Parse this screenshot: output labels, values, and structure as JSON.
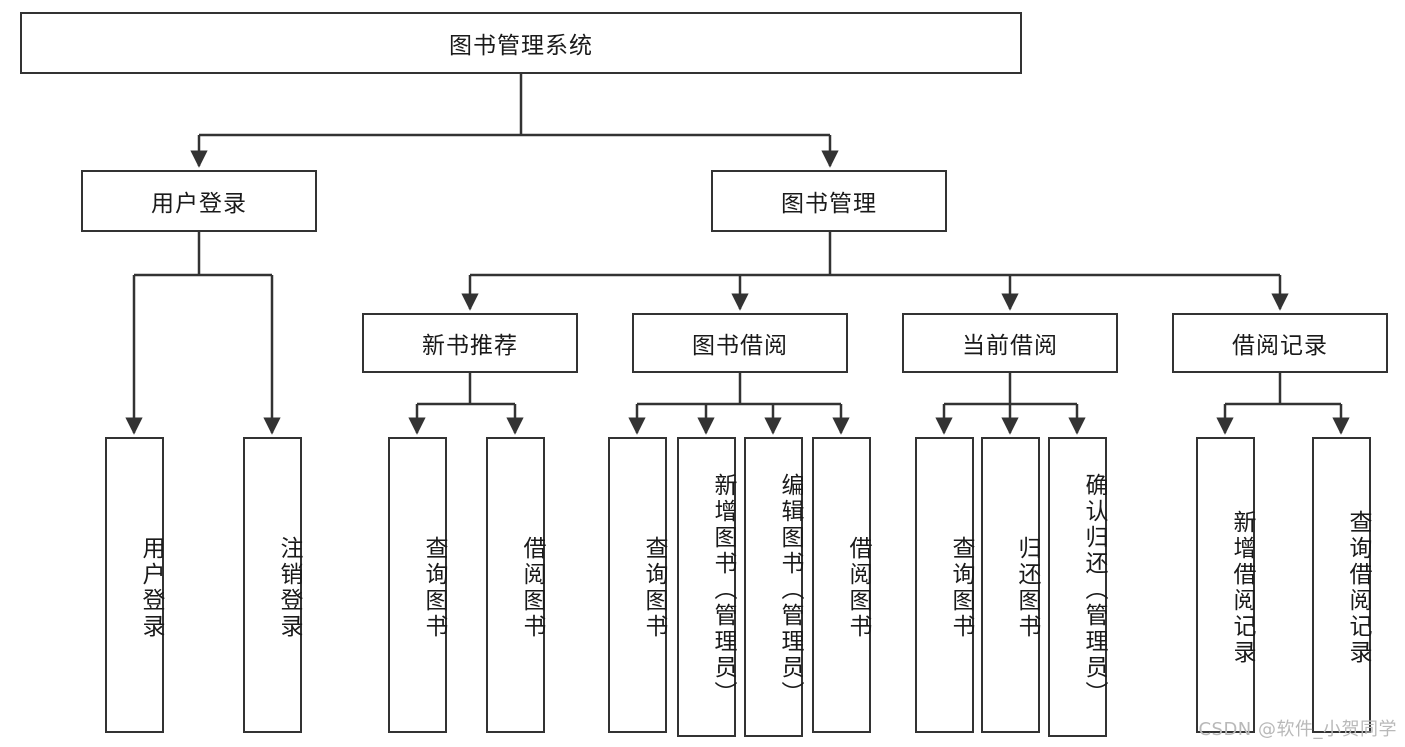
{
  "diagram": {
    "title": "图书管理系统",
    "type": "tree",
    "levels": {
      "root": {
        "label": "图书管理系统"
      },
      "level2": [
        {
          "label": "用户登录"
        },
        {
          "label": "图书管理"
        }
      ],
      "level3": [
        {
          "label": "新书推荐"
        },
        {
          "label": "图书借阅"
        },
        {
          "label": "当前借阅"
        },
        {
          "label": "借阅记录"
        }
      ],
      "leaves": [
        {
          "label": "用户登录",
          "parent": "用户登录"
        },
        {
          "label": "注销登录",
          "parent": "用户登录"
        },
        {
          "label": "查询图书",
          "parent": "新书推荐"
        },
        {
          "label": "借阅图书",
          "parent": "新书推荐"
        },
        {
          "label": "查询图书",
          "parent": "图书借阅"
        },
        {
          "label": "新增图书（管理员）",
          "parent": "图书借阅"
        },
        {
          "label": "编辑图书（管理员）",
          "parent": "图书借阅"
        },
        {
          "label": "借阅图书",
          "parent": "图书借阅"
        },
        {
          "label": "查询图书",
          "parent": "当前借阅"
        },
        {
          "label": "归还图书",
          "parent": "当前借阅"
        },
        {
          "label": "确认归还（管理员）",
          "parent": "当前借阅"
        },
        {
          "label": "新增借阅记录",
          "parent": "借阅记录"
        },
        {
          "label": "查询借阅记录",
          "parent": "借阅记录"
        }
      ]
    },
    "colors": {
      "border": "#333333",
      "background": "#ffffff",
      "text": "#1a1a1a",
      "watermark": "#b9b9b9"
    }
  },
  "watermark": {
    "text": "CSDN @软件_小贺同学"
  }
}
